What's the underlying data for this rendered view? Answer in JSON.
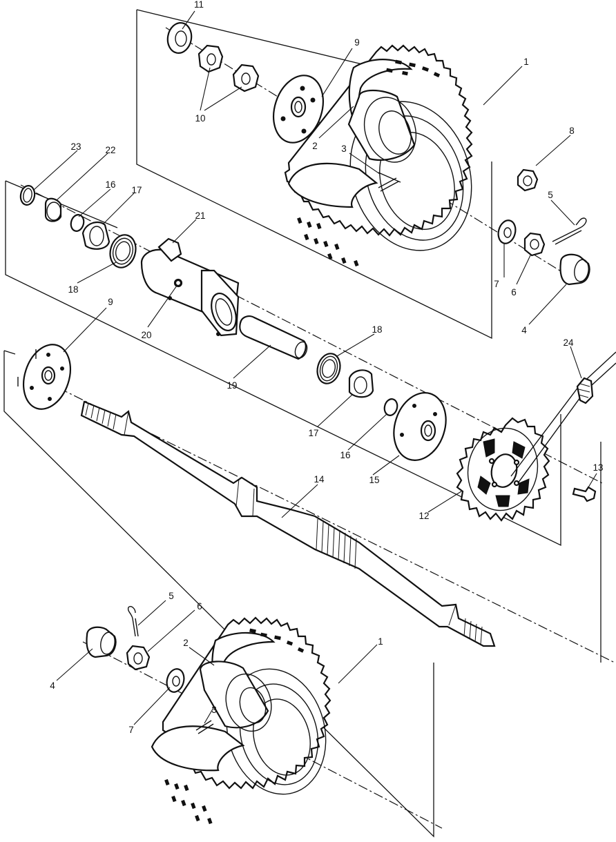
{
  "callouts": {
    "c1a": "1",
    "c1b": "1",
    "c2a": "2",
    "c2b": "2",
    "c3a": "3",
    "c3b": "3",
    "c4a": "4",
    "c4b": "4",
    "c5a": "5",
    "c5b": "5",
    "c6a": "6",
    "c6b": "6",
    "c7a": "7",
    "c7b": "7",
    "c8": "8",
    "c9a": "9",
    "c9b": "9",
    "c10": "10",
    "c11": "11",
    "c12": "12",
    "c13": "13",
    "c14": "14",
    "c15": "15",
    "c16a": "16",
    "c16b": "16",
    "c17a": "17",
    "c17b": "17",
    "c18a": "18",
    "c18b": "18",
    "c19": "19",
    "c20": "20",
    "c21": "21",
    "c22": "22",
    "c23": "23",
    "c24": "24"
  }
}
